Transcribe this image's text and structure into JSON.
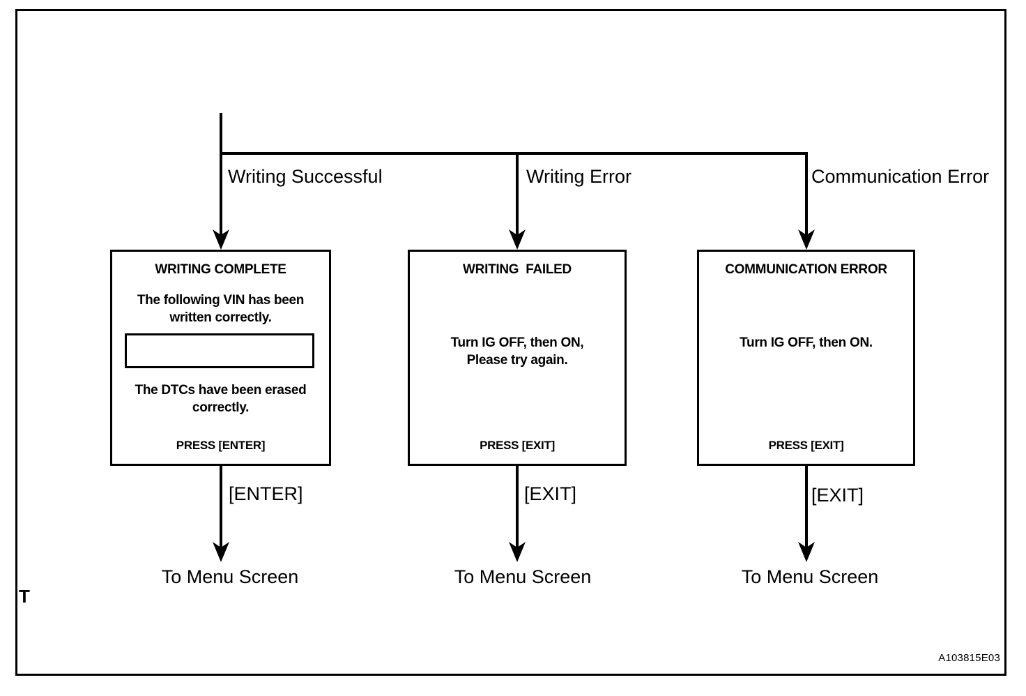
{
  "diagram": {
    "figure_code": "A103815E03",
    "corner_mark": "T",
    "colors": {
      "line": "#000000",
      "background": "#ffffff",
      "text": "#000000"
    },
    "branches": [
      {
        "label": "Writing Successful",
        "action_label": "[ENTER]",
        "destination": "To Menu Screen",
        "screen": {
          "title": "WRITING COMPLETE",
          "message_top": "The following VIN has been\nwritten correctly.",
          "vin_value": "",
          "message_bottom": "The DTCs have been erased\ncorrectly.",
          "press_label": "PRESS [ENTER]"
        }
      },
      {
        "label": "Writing Error",
        "action_label": "[EXIT]",
        "destination": "To Menu Screen",
        "screen": {
          "title": "WRITING  FAILED",
          "message": "Turn IG OFF, then ON,\nPlease try again.",
          "press_label": "PRESS [EXIT]"
        }
      },
      {
        "label": "Communication Error",
        "action_label": "[EXIT]",
        "destination": "To Menu Screen",
        "screen": {
          "title": "COMMUNICATION ERROR",
          "message": "Turn IG OFF, then ON.",
          "press_label": "PRESS [EXIT]"
        }
      }
    ]
  }
}
